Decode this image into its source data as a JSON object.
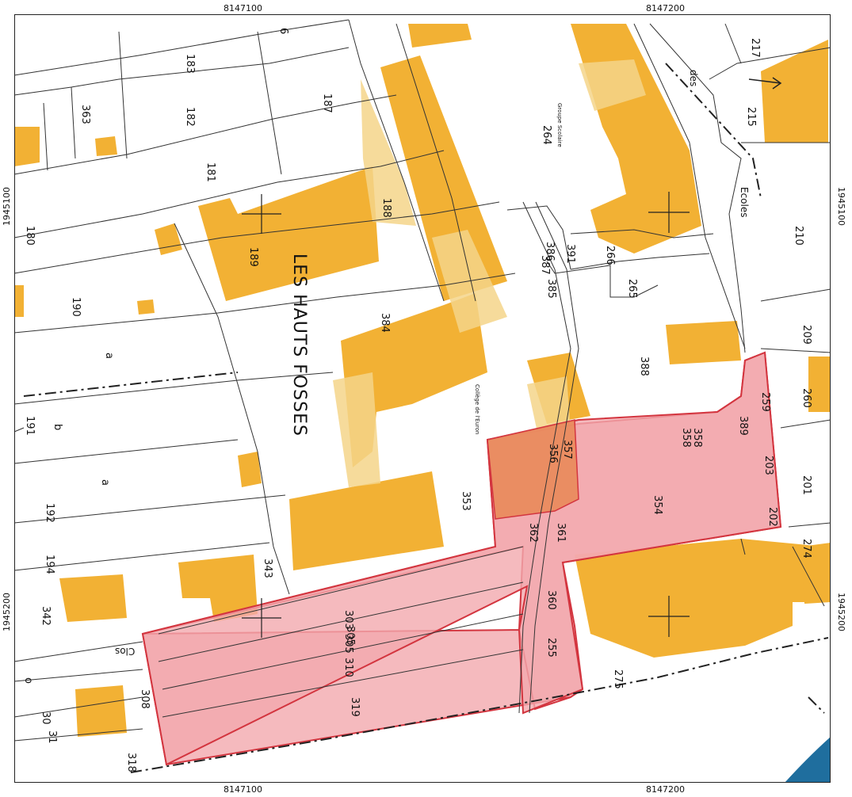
{
  "colors": {
    "building": "#F2B134",
    "building_light": "#F4D58A",
    "zone_fill": "#F2A9AE",
    "zone_stroke": "#D3353F",
    "zone_dark": "#E98A5A",
    "line": "#333333",
    "water": "#1F6E9E"
  },
  "coords": {
    "top_left": "8147100",
    "top_right": "8147200",
    "bottom_left": "8147100",
    "bottom_right": "8147200",
    "left_upper": "1945100",
    "left_lower": "1945200",
    "right_upper": "1945100",
    "right_lower": "1945200"
  },
  "place_name": "LES HAUTS FOSSES",
  "street": {
    "part1": "des",
    "part2": "Ecoles"
  },
  "clos": "Clos",
  "institutions": {
    "groupe": "Groupe Scolaire",
    "college": "Collège de l'Euron"
  },
  "parcels": [
    "183",
    "182",
    "181",
    "180",
    "363",
    "190",
    "191",
    "192",
    "194",
    "342",
    "187",
    "188",
    "189",
    "264",
    "217",
    "215",
    "210",
    "209",
    "260",
    "201",
    "274",
    "266",
    "265",
    "391",
    "385",
    "387",
    "386",
    "384",
    "388",
    "389",
    "358",
    "259",
    "203",
    "202",
    "354",
    "353",
    "343",
    "303",
    "305",
    "310",
    "319",
    "360",
    "255",
    "275",
    "30",
    "31",
    "308",
    "318",
    "362",
    "361",
    "358",
    "357",
    "356",
    "305",
    "6",
    "a",
    "b",
    "a",
    "o"
  ]
}
